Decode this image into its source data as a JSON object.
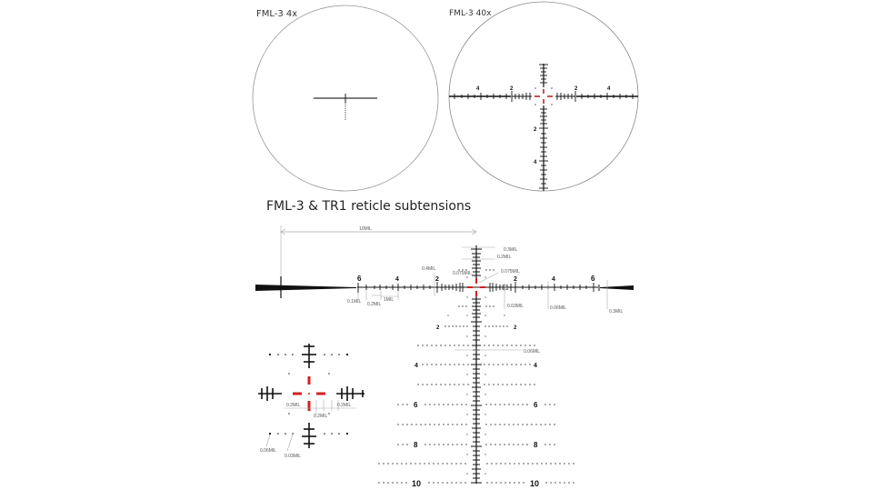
{
  "views": {
    "low": {
      "label": "FML-3 4x"
    },
    "high": {
      "label": "FML-3 40x",
      "h_numbers": [
        "4",
        "2",
        "2",
        "4"
      ],
      "v_numbers": [
        "2",
        "4"
      ]
    }
  },
  "diagram": {
    "title": "FML-3 & TR1 reticle subtensions",
    "span_label": "10MIL",
    "h_numbers": [
      "6",
      "4",
      "2",
      "2",
      "4",
      "6"
    ],
    "annotations": {
      "a1": "0.1MIL",
      "a2": "0.2MIL",
      "a3": "1MIL",
      "a4": "0.4MIL",
      "a5": "0.075MIL",
      "a6": "0.075MIL",
      "a7": "0.3MIL",
      "a8": "0.2MIL",
      "a9": "0.03MIL",
      "a10": "0.06MIL",
      "a11": "0.3MIL",
      "a12": "0.06MIL"
    },
    "tree_numbers": [
      "2",
      "4",
      "6",
      "8",
      "10"
    ]
  },
  "detail": {
    "annotations": {
      "left": "0.2MIL",
      "right": "0.2MIL",
      "bottom": "0.2MIL",
      "dot_large": "0.06MIL",
      "dot_small": "0.03MIL"
    }
  },
  "colors": {
    "reticle": "#111111",
    "center": "#d42020",
    "circle": "#999999",
    "annotation": "#888888"
  }
}
